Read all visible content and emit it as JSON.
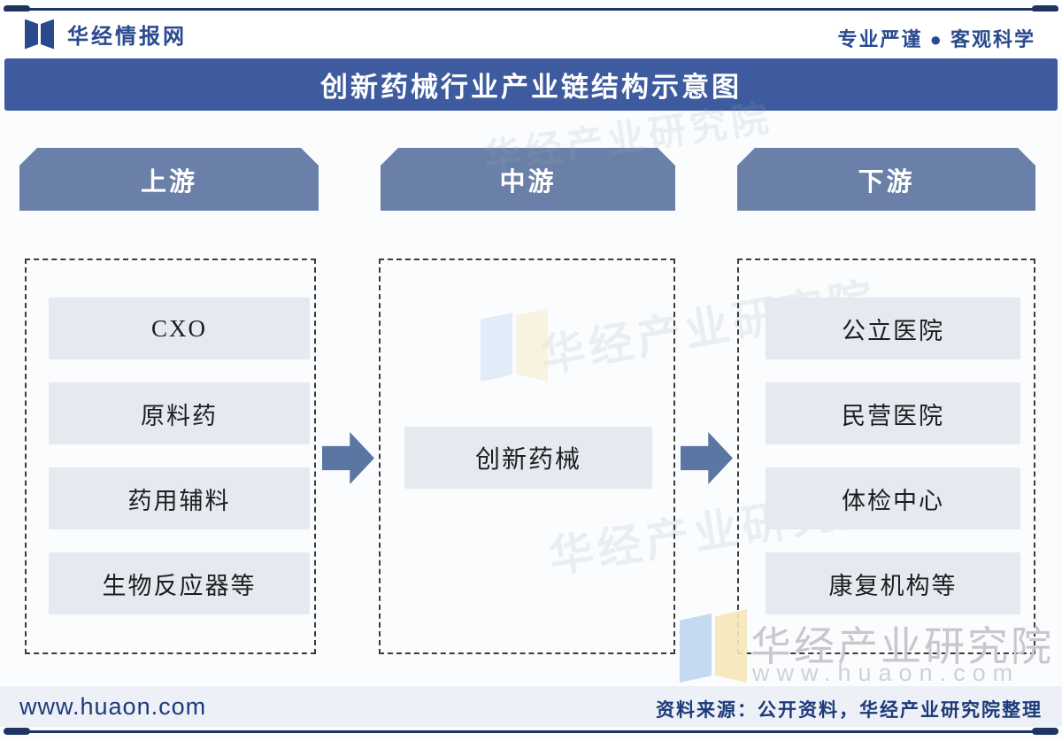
{
  "header": {
    "brand": "华经情报网",
    "slogan": "专业严谨 ● 客观科学"
  },
  "title": "创新药械行业产业链结构示意图",
  "columns": [
    {
      "header": "上游",
      "items": [
        "CXO",
        "原料药",
        "药用辅料",
        "生物反应器等"
      ]
    },
    {
      "header": "中游",
      "items": [
        "创新药械"
      ]
    },
    {
      "header": "下游",
      "items": [
        "公立医院",
        "民营医院",
        "体检中心",
        "康复机构等"
      ]
    }
  ],
  "footer": {
    "site": "www.huaon.com",
    "source": "资料来源：公开资料，华经产业研究院整理"
  },
  "watermark": {
    "name": "华经产业研究院",
    "site": "www.huaon.com"
  },
  "colors": {
    "navy": "#1d3461",
    "brand": "#2a4a8e",
    "titlebar": "#3d5b9e",
    "colhead": "#6a80a8",
    "arrow": "#5b76a3",
    "boxbg": "#e5e9f0",
    "ink": "#1d1d1f",
    "dash": "#3c3c3c",
    "footerbg": "#edf0f6",
    "footerink": "#1d3a7a",
    "wmgray": "#c6c8cb",
    "wmblue": "#bdd7f0",
    "wmyellow": "#f6e8ba"
  }
}
